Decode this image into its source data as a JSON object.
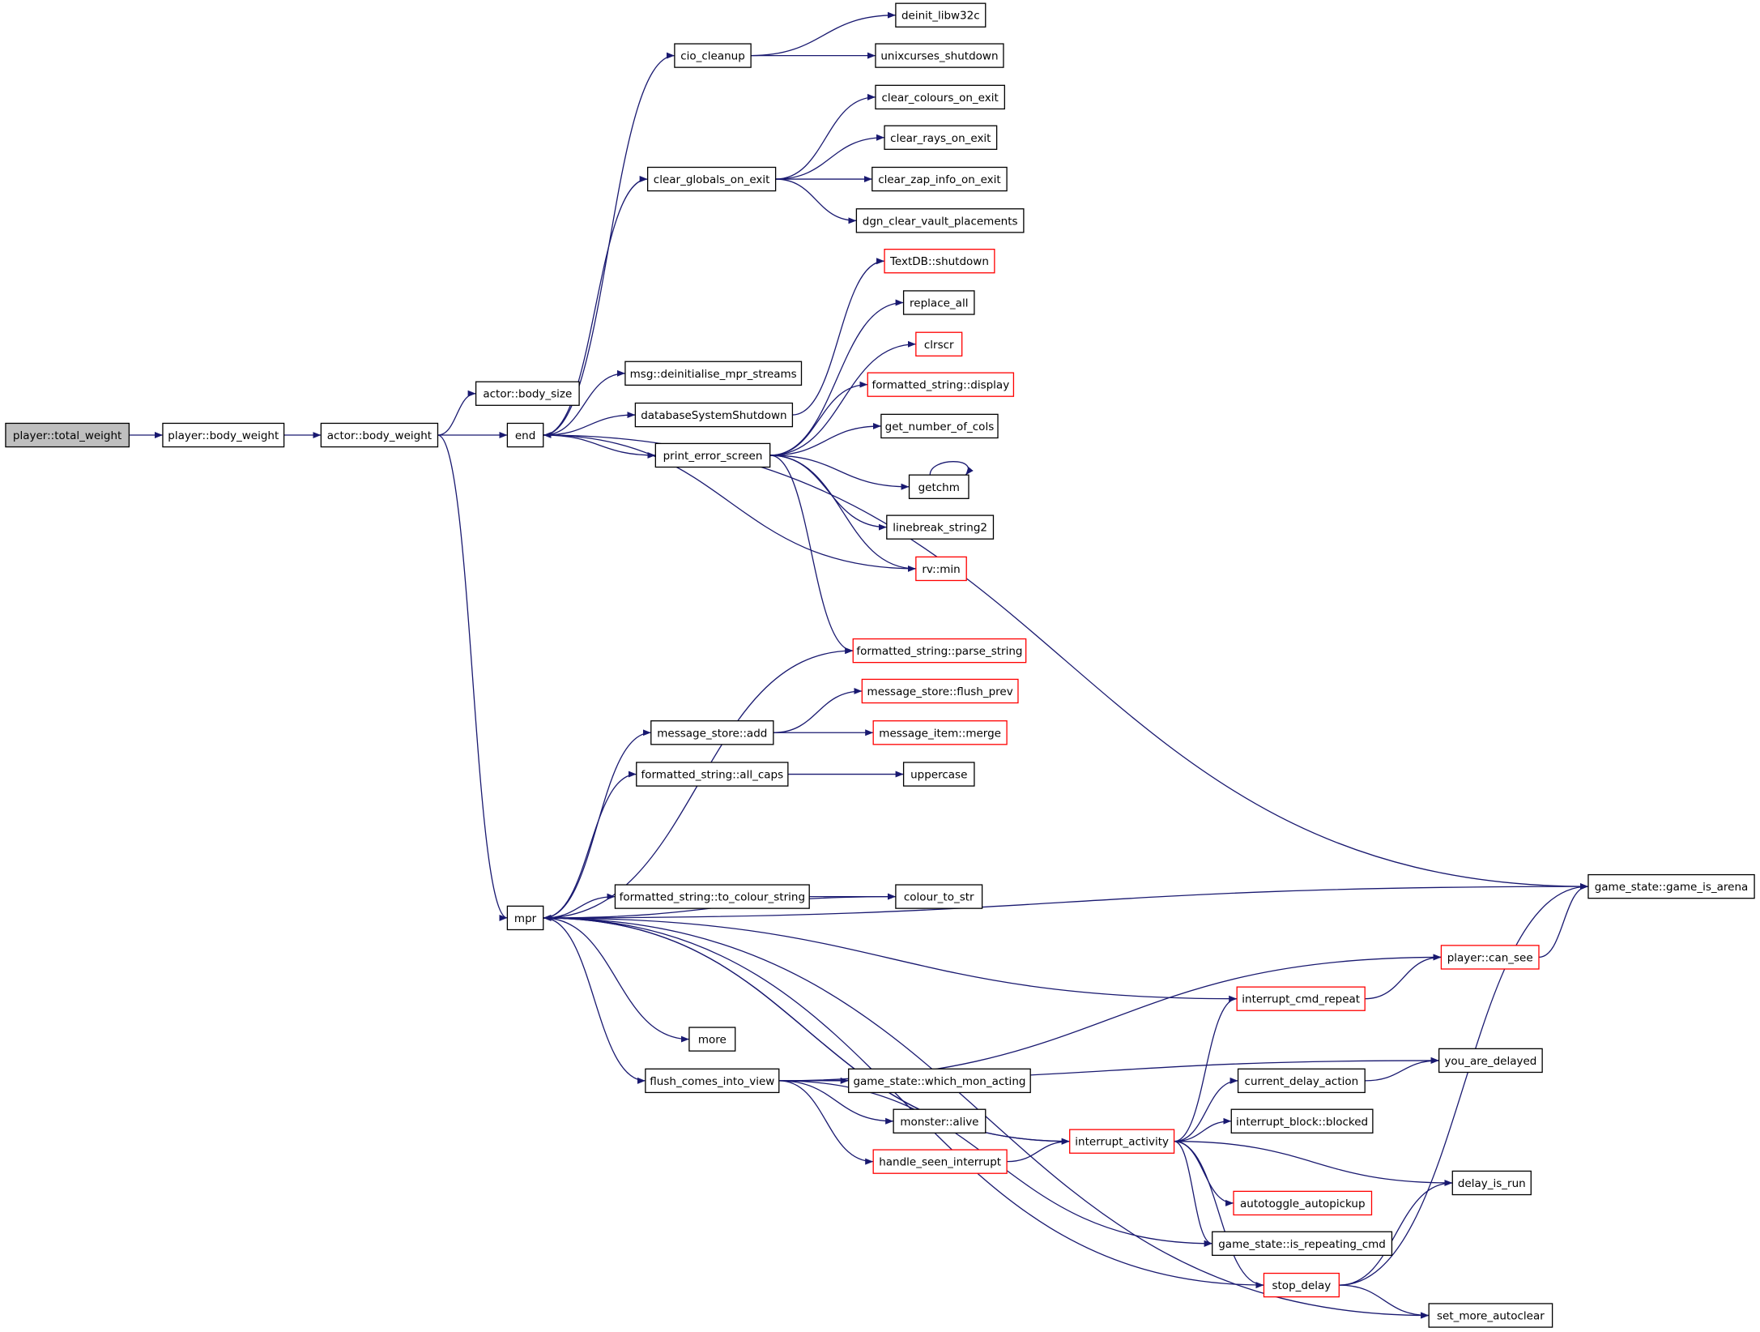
{
  "colors": {
    "edge": "#191970",
    "node_border": "#000000",
    "node_border_truncated": "#ff0000",
    "node_fill": "#ffffff",
    "root_fill": "#bfbfbf"
  },
  "nodes": [
    {
      "id": "n_total_weight",
      "label": "player::total_weight",
      "root": true
    },
    {
      "id": "n_player_body_weight",
      "label": "player::body_weight"
    },
    {
      "id": "n_actor_body_weight",
      "label": "actor::body_weight"
    },
    {
      "id": "n_body_size",
      "label": "actor::body_size"
    },
    {
      "id": "n_end",
      "label": "end"
    },
    {
      "id": "n_mpr",
      "label": "mpr"
    },
    {
      "id": "n_cio_cleanup",
      "label": "cio_cleanup"
    },
    {
      "id": "n_deinit_libw32c",
      "label": "deinit_libw32c"
    },
    {
      "id": "n_unixcurses_shutdown",
      "label": "unixcurses_shutdown"
    },
    {
      "id": "n_clear_globals_on_exit",
      "label": "clear_globals_on_exit"
    },
    {
      "id": "n_clear_colours_on_exit",
      "label": "clear_colours_on_exit"
    },
    {
      "id": "n_clear_rays_on_exit",
      "label": "clear_rays_on_exit"
    },
    {
      "id": "n_clear_zap_info_on_exit",
      "label": "clear_zap_info_on_exit"
    },
    {
      "id": "n_dgn_clear_vault_placements",
      "label": "dgn_clear_vault_placements"
    },
    {
      "id": "n_textdb_shutdown",
      "label": "TextDB::shutdown",
      "truncated": true
    },
    {
      "id": "n_replace_all",
      "label": "replace_all"
    },
    {
      "id": "n_clrscr",
      "label": "clrscr",
      "truncated": true
    },
    {
      "id": "n_msg_deinit",
      "label": "msg::deinitialise_mpr_streams"
    },
    {
      "id": "n_fs_display",
      "label": "formatted_string::display",
      "truncated": true
    },
    {
      "id": "n_db_shutdown",
      "label": "databaseSystemShutdown"
    },
    {
      "id": "n_get_number_of_cols",
      "label": "get_number_of_cols"
    },
    {
      "id": "n_print_error_screen",
      "label": "print_error_screen"
    },
    {
      "id": "n_getchm",
      "label": "getchm"
    },
    {
      "id": "n_linebreak_string2",
      "label": "linebreak_string2"
    },
    {
      "id": "n_rv_min",
      "label": "rv::min",
      "truncated": true
    },
    {
      "id": "n_fs_parse_string",
      "label": "formatted_string::parse_string",
      "truncated": true
    },
    {
      "id": "n_ms_flush_prev",
      "label": "message_store::flush_prev",
      "truncated": true
    },
    {
      "id": "n_ms_add",
      "label": "message_store::add"
    },
    {
      "id": "n_mi_merge",
      "label": "message_item::merge",
      "truncated": true
    },
    {
      "id": "n_fs_all_caps",
      "label": "formatted_string::all_caps"
    },
    {
      "id": "n_uppercase",
      "label": "uppercase"
    },
    {
      "id": "n_game_is_arena",
      "label": "game_state::game_is_arena"
    },
    {
      "id": "n_fs_to_colour_string",
      "label": "formatted_string::to_colour_string"
    },
    {
      "id": "n_colour_to_str",
      "label": "colour_to_str"
    },
    {
      "id": "n_player_can_see",
      "label": "player::can_see",
      "truncated": true
    },
    {
      "id": "n_interrupt_cmd_repeat",
      "label": "interrupt_cmd_repeat",
      "truncated": true
    },
    {
      "id": "n_more",
      "label": "more"
    },
    {
      "id": "n_you_are_delayed",
      "label": "you_are_delayed"
    },
    {
      "id": "n_flush_comes_into_view",
      "label": "flush_comes_into_view"
    },
    {
      "id": "n_which_mon_acting",
      "label": "game_state::which_mon_acting"
    },
    {
      "id": "n_current_delay_action",
      "label": "current_delay_action"
    },
    {
      "id": "n_monster_alive",
      "label": "monster::alive"
    },
    {
      "id": "n_interrupt_block_blocked",
      "label": "interrupt_block::blocked"
    },
    {
      "id": "n_handle_seen_interrupt",
      "label": "handle_seen_interrupt",
      "truncated": true
    },
    {
      "id": "n_interrupt_activity",
      "label": "interrupt_activity",
      "truncated": true
    },
    {
      "id": "n_delay_is_run",
      "label": "delay_is_run"
    },
    {
      "id": "n_autotoggle_autopickup",
      "label": "autotoggle_autopickup",
      "truncated": true
    },
    {
      "id": "n_is_repeating_cmd",
      "label": "game_state::is_repeating_cmd"
    },
    {
      "id": "n_stop_delay",
      "label": "stop_delay",
      "truncated": true
    },
    {
      "id": "n_set_more_autoclear",
      "label": "set_more_autoclear"
    }
  ],
  "edges": [
    {
      "from": "n_total_weight",
      "to": "n_player_body_weight"
    },
    {
      "from": "n_player_body_weight",
      "to": "n_actor_body_weight"
    },
    {
      "from": "n_actor_body_weight",
      "to": "n_body_size"
    },
    {
      "from": "n_actor_body_weight",
      "to": "n_end"
    },
    {
      "from": "n_actor_body_weight",
      "to": "n_mpr"
    },
    {
      "from": "n_end",
      "to": "n_cio_cleanup"
    },
    {
      "from": "n_end",
      "to": "n_clear_globals_on_exit"
    },
    {
      "from": "n_end",
      "to": "n_msg_deinit"
    },
    {
      "from": "n_end",
      "to": "n_db_shutdown"
    },
    {
      "from": "n_end",
      "to": "n_print_error_screen"
    },
    {
      "from": "n_end",
      "to": "n_game_is_arena"
    },
    {
      "from": "n_cio_cleanup",
      "to": "n_deinit_libw32c"
    },
    {
      "from": "n_cio_cleanup",
      "to": "n_unixcurses_shutdown"
    },
    {
      "from": "n_clear_globals_on_exit",
      "to": "n_clear_colours_on_exit"
    },
    {
      "from": "n_clear_globals_on_exit",
      "to": "n_clear_rays_on_exit"
    },
    {
      "from": "n_clear_globals_on_exit",
      "to": "n_clear_zap_info_on_exit"
    },
    {
      "from": "n_clear_globals_on_exit",
      "to": "n_dgn_clear_vault_placements"
    },
    {
      "from": "n_db_shutdown",
      "to": "n_textdb_shutdown"
    },
    {
      "from": "n_print_error_screen",
      "to": "n_replace_all"
    },
    {
      "from": "n_print_error_screen",
      "to": "n_clrscr"
    },
    {
      "from": "n_print_error_screen",
      "to": "n_fs_display"
    },
    {
      "from": "n_print_error_screen",
      "to": "n_get_number_of_cols"
    },
    {
      "from": "n_print_error_screen",
      "to": "n_getchm"
    },
    {
      "from": "n_print_error_screen",
      "to": "n_linebreak_string2"
    },
    {
      "from": "n_print_error_screen",
      "to": "n_rv_min"
    },
    {
      "from": "n_print_error_screen",
      "to": "n_fs_parse_string"
    },
    {
      "from": "n_rv_min",
      "to": "n_end"
    },
    {
      "from": "n_getchm",
      "to": "n_getchm"
    },
    {
      "from": "n_mpr",
      "to": "n_fs_parse_string"
    },
    {
      "from": "n_mpr",
      "to": "n_ms_add"
    },
    {
      "from": "n_mpr",
      "to": "n_fs_all_caps"
    },
    {
      "from": "n_mpr",
      "to": "n_game_is_arena"
    },
    {
      "from": "n_mpr",
      "to": "n_fs_to_colour_string"
    },
    {
      "from": "n_mpr",
      "to": "n_colour_to_str"
    },
    {
      "from": "n_mpr",
      "to": "n_more"
    },
    {
      "from": "n_mpr",
      "to": "n_flush_comes_into_view"
    },
    {
      "from": "n_mpr",
      "to": "n_interrupt_activity"
    },
    {
      "from": "n_mpr",
      "to": "n_set_more_autoclear"
    },
    {
      "from": "n_ms_add",
      "to": "n_ms_flush_prev"
    },
    {
      "from": "n_ms_add",
      "to": "n_mi_merge"
    },
    {
      "from": "n_fs_all_caps",
      "to": "n_uppercase"
    },
    {
      "from": "n_fs_to_colour_string",
      "to": "n_colour_to_str"
    },
    {
      "from": "n_flush_comes_into_view",
      "to": "n_player_can_see"
    },
    {
      "from": "n_flush_comes_into_view",
      "to": "n_you_are_delayed"
    },
    {
      "from": "n_flush_comes_into_view",
      "to": "n_which_mon_acting"
    },
    {
      "from": "n_flush_comes_into_view",
      "to": "n_monster_alive"
    },
    {
      "from": "n_flush_comes_into_view",
      "to": "n_handle_seen_interrupt"
    },
    {
      "from": "n_flush_comes_into_view",
      "to": "n_is_repeating_cmd"
    },
    {
      "from": "n_handle_seen_interrupt",
      "to": "n_interrupt_activity"
    },
    {
      "from": "n_interrupt_activity",
      "to": "n_mpr"
    },
    {
      "from": "n_interrupt_activity",
      "to": "n_interrupt_cmd_repeat"
    },
    {
      "from": "n_interrupt_activity",
      "to": "n_current_delay_action"
    },
    {
      "from": "n_interrupt_activity",
      "to": "n_interrupt_block_blocked"
    },
    {
      "from": "n_interrupt_activity",
      "to": "n_delay_is_run"
    },
    {
      "from": "n_interrupt_activity",
      "to": "n_autotoggle_autopickup"
    },
    {
      "from": "n_interrupt_activity",
      "to": "n_is_repeating_cmd"
    },
    {
      "from": "n_interrupt_activity",
      "to": "n_stop_delay"
    },
    {
      "from": "n_interrupt_cmd_repeat",
      "to": "n_mpr"
    },
    {
      "from": "n_interrupt_cmd_repeat",
      "to": "n_player_can_see"
    },
    {
      "from": "n_player_can_see",
      "to": "n_game_is_arena"
    },
    {
      "from": "n_current_delay_action",
      "to": "n_you_are_delayed"
    },
    {
      "from": "n_stop_delay",
      "to": "n_mpr"
    },
    {
      "from": "n_stop_delay",
      "to": "n_delay_is_run"
    },
    {
      "from": "n_stop_delay",
      "to": "n_game_is_arena"
    },
    {
      "from": "n_stop_delay",
      "to": "n_set_more_autoclear"
    }
  ]
}
